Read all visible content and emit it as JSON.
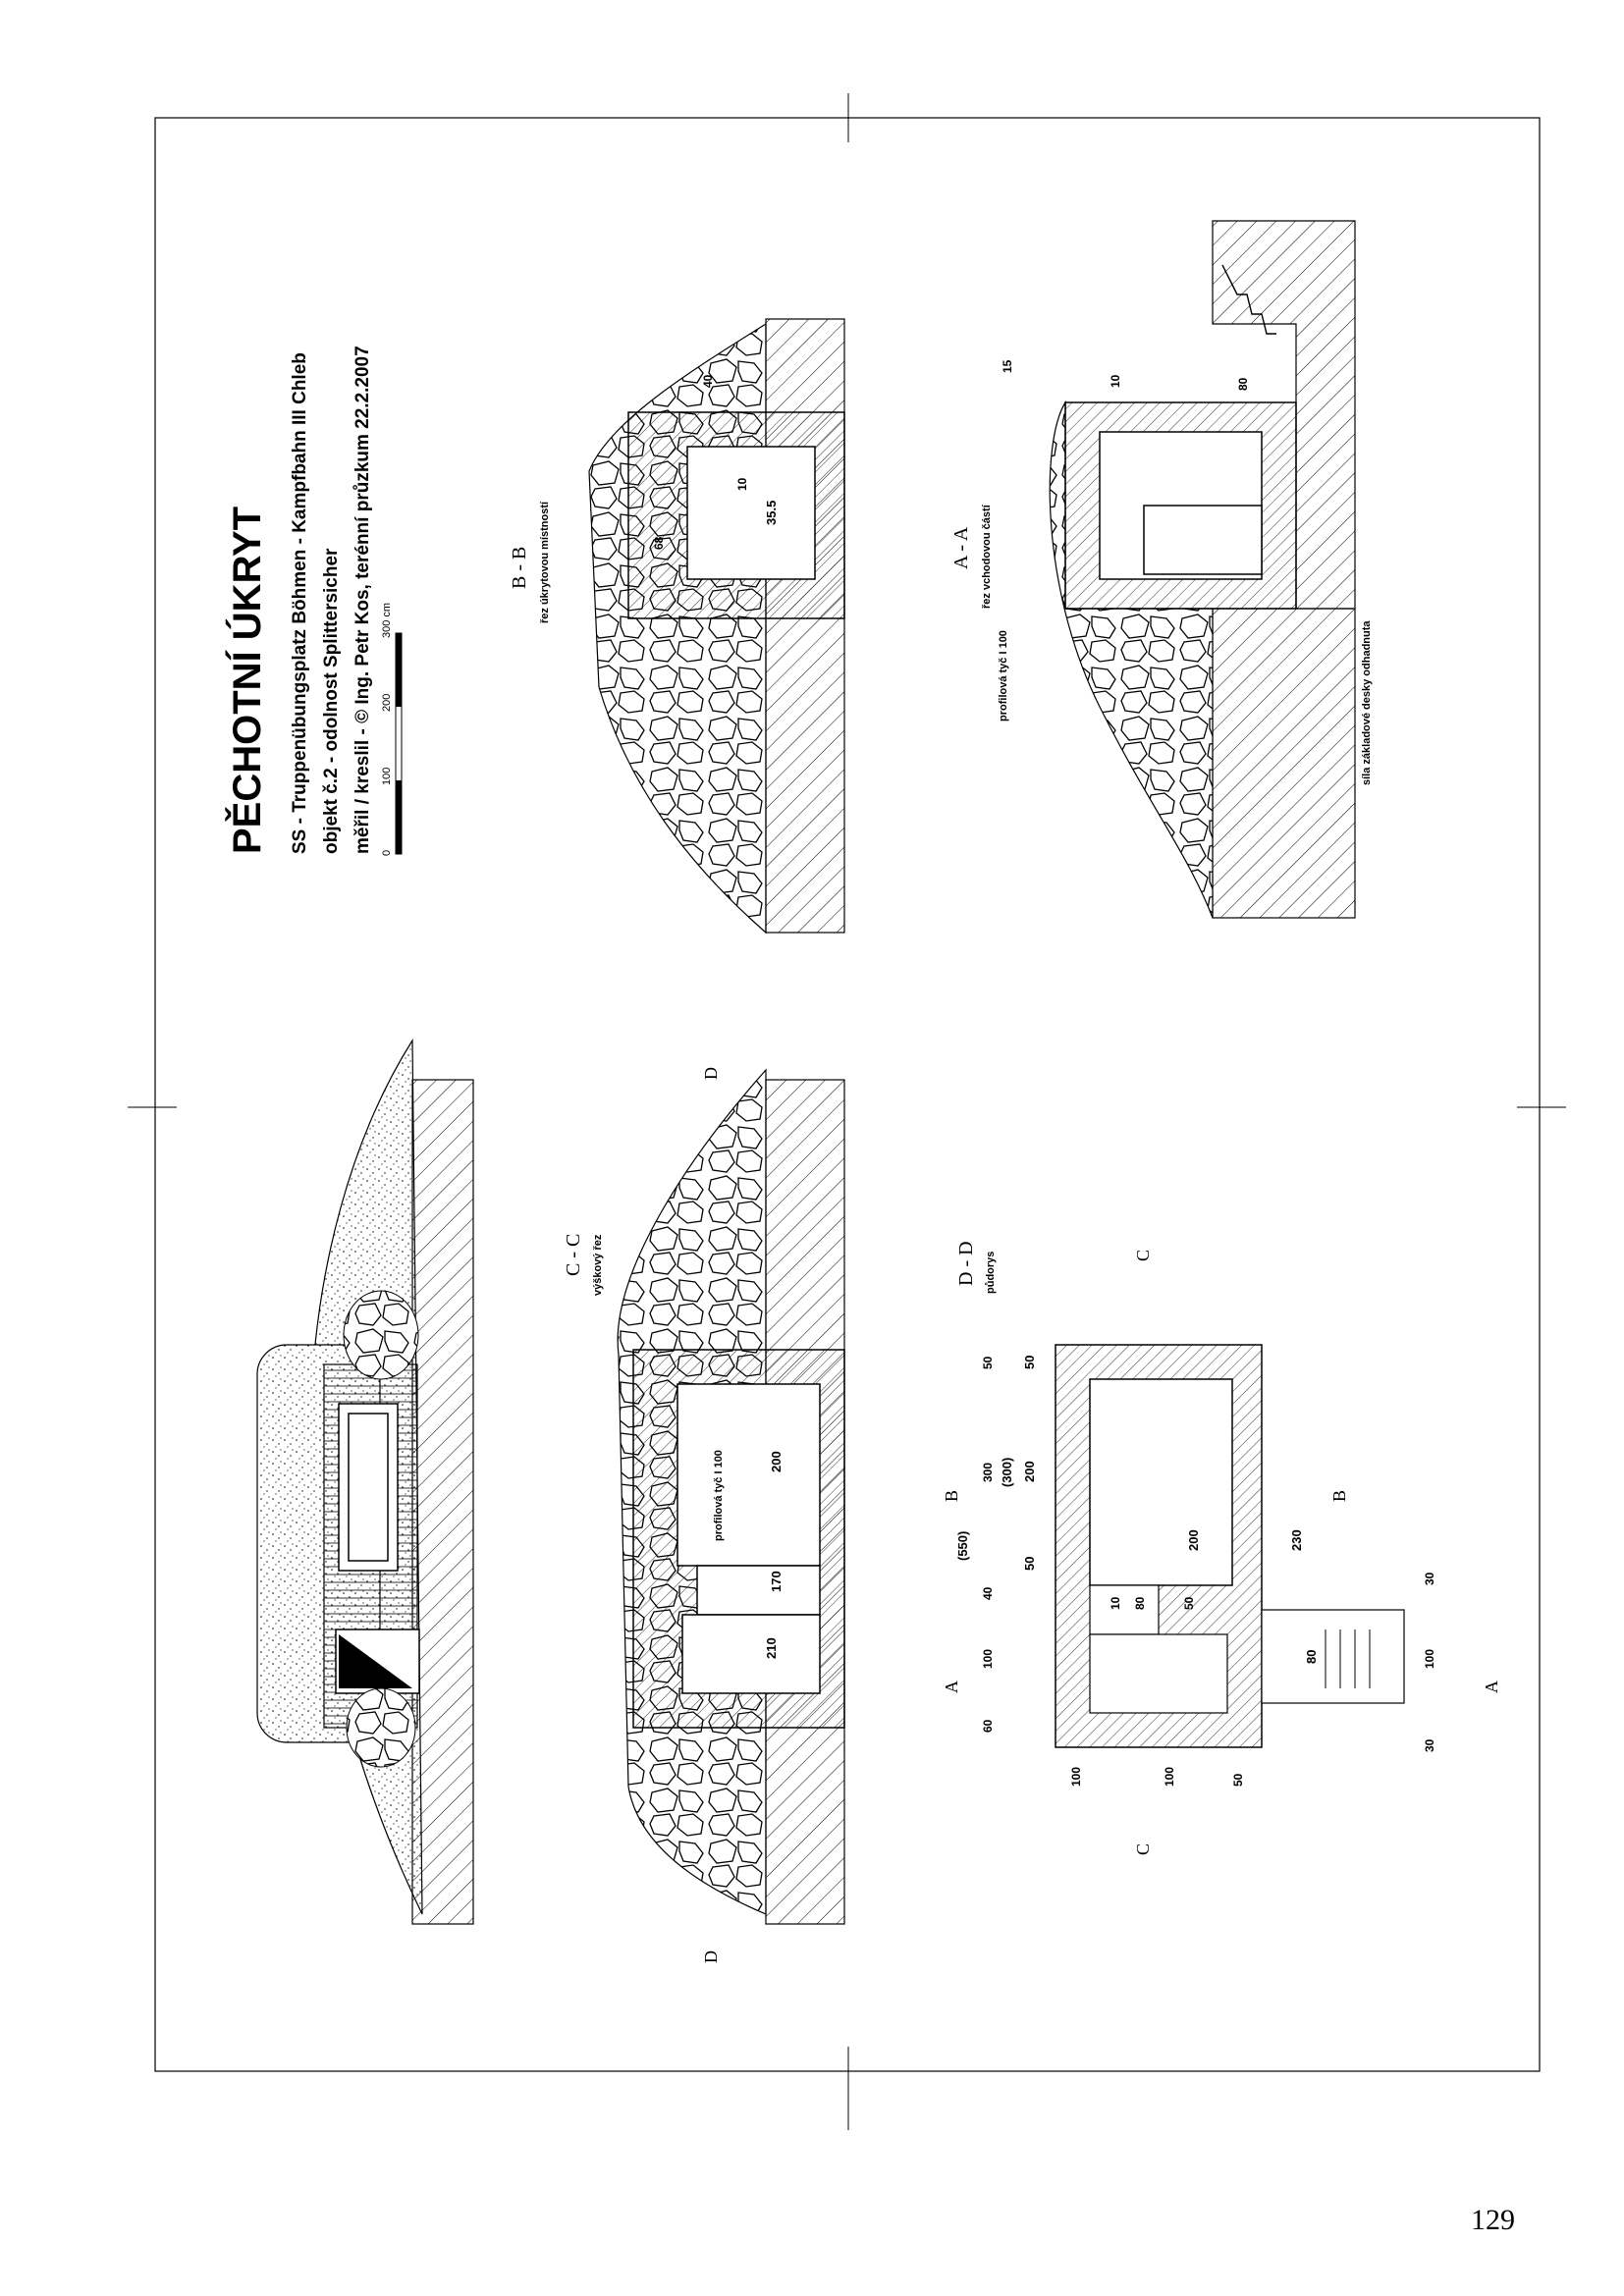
{
  "title": "PĚCHOTNÍ ÚKRYT",
  "subtitle_lines": [
    "SS - Truppenübungsplatz Böhmen - Kampfbahn III Chleb",
    "objekt č.2 - odolnost Splittersicher",
    "měřil / kreslil - © Ing. Petr Kos, terénní průzkum 22.2.2007"
  ],
  "scale_bar": {
    "ticks": [
      "0",
      "100",
      "200",
      "300 cm"
    ]
  },
  "sections": {
    "bb": {
      "label": "B - B",
      "caption": "řez úkrytovou místností",
      "dims": [
        "40",
        "10",
        "35.5",
        "68"
      ]
    },
    "aa": {
      "label": "A - A",
      "caption": "řez vchodovou částí",
      "dims": [
        "15",
        "10",
        "80"
      ],
      "note_profile": "profilová tyč I 100",
      "note_slab": "síla základové desky odhadnuta"
    },
    "cc": {
      "label": "C - C",
      "caption": "výškový řez",
      "dims": [
        "200",
        "170",
        "210"
      ],
      "note_profile": "profilová tyč I 100"
    },
    "dd": {
      "label": "D - D",
      "caption": "půdorys",
      "dims_top": [
        "50",
        "200",
        "50"
      ],
      "dim_top_total": "(300)",
      "dims_left": [
        "50",
        "300",
        "40",
        "100",
        "60"
      ],
      "dim_left_total": "(550)",
      "dims_bottom": [
        "100",
        "100",
        "50"
      ],
      "dims_inner": [
        "200",
        "230",
        "10",
        "80",
        "50",
        "80"
      ],
      "dims_right": [
        "30",
        "100",
        "30"
      ]
    },
    "markers": {
      "a": "A",
      "b": "B",
      "c": "C",
      "d": "D"
    }
  },
  "page_number": "129"
}
